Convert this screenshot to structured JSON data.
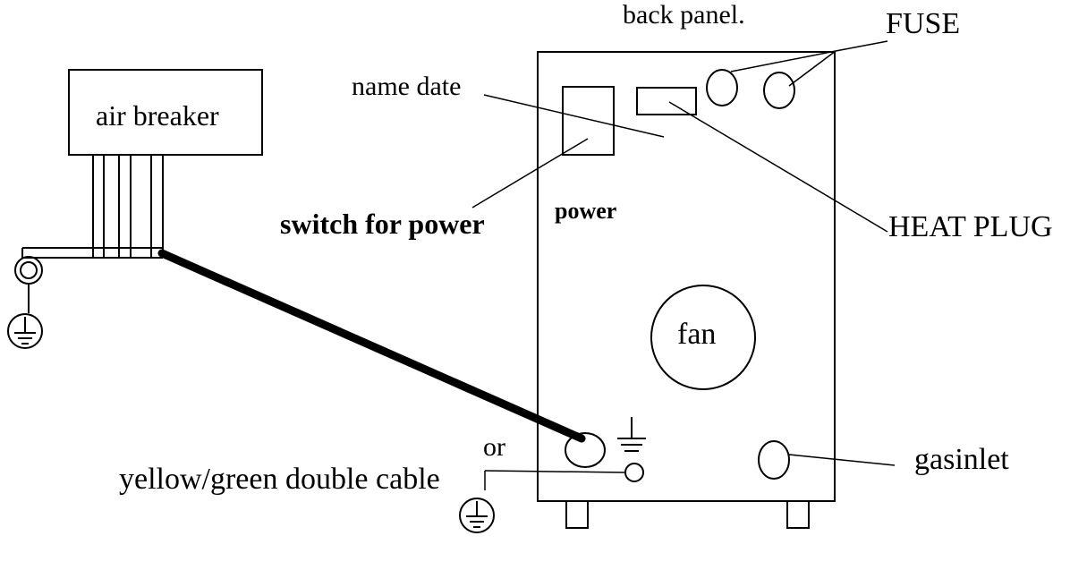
{
  "labels": {
    "back_panel": "back panel.",
    "fuse": "FUSE",
    "name_date": "name date",
    "air_breaker": "air breaker",
    "switch_for_power": "switch for power",
    "power": "power",
    "heat_plug": "HEAT PLUG",
    "fan": "fan",
    "or": "or",
    "yellow_green_cable": "yellow/green double cable",
    "gasinlet": "gasinlet"
  },
  "colors": {
    "line": "#000000",
    "background": "#ffffff"
  }
}
